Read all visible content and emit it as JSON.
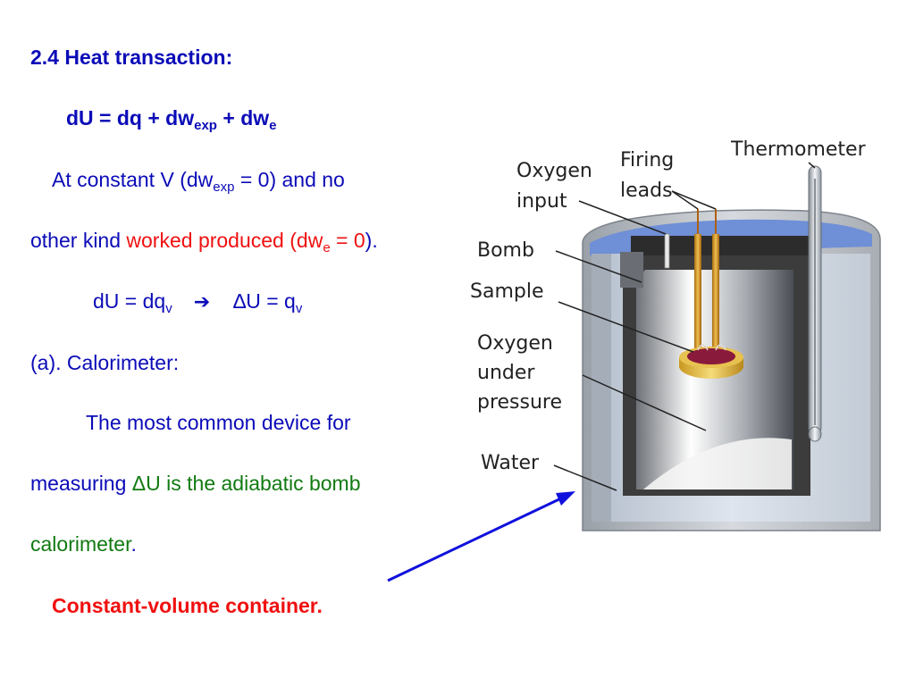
{
  "heading": "2.4 Heat transaction:",
  "eq1": {
    "lhs": "dU = dq + dw",
    "sub1": "exp",
    "mid": " + dw",
    "sub2": "e"
  },
  "para1": {
    "line1_a": "At constant V (dw",
    "line1_sub": "exp",
    "line1_b": " = 0) and no",
    "line2_a": "other kind ",
    "line2_red": "worked produced (dw",
    "line2_sub": "e",
    "line2_red2": " = 0",
    "line2_end": ")."
  },
  "eq2": {
    "lhs": "dU = dq",
    "lhs_sub": "v",
    "arrow": "➔",
    "rhs": "∆U = q",
    "rhs_sub": "v"
  },
  "calorimeter_heading": "(a). Calorimeter:",
  "para2": {
    "line1": "The most common device for",
    "line2_a": "measuring ",
    "line2_green": "ΔU is the adiabatic bomb",
    "line3_green": "calorimeter",
    "line3_end": "."
  },
  "note": "Constant-volume container.",
  "diagram_labels": {
    "oxygen_input": [
      "Oxygen",
      "input"
    ],
    "firing_leads": [
      "Firing",
      "leads"
    ],
    "thermometer": "Thermometer",
    "bomb": "Bomb",
    "sample": "Sample",
    "oxygen_pressure": [
      "Oxygen",
      "under",
      "pressure"
    ],
    "water": "Water"
  },
  "colors": {
    "text_blue": "#0b0bb8",
    "text_red": "#f01010",
    "text_green": "#117a11",
    "arrow_blue": "#1010dd"
  }
}
